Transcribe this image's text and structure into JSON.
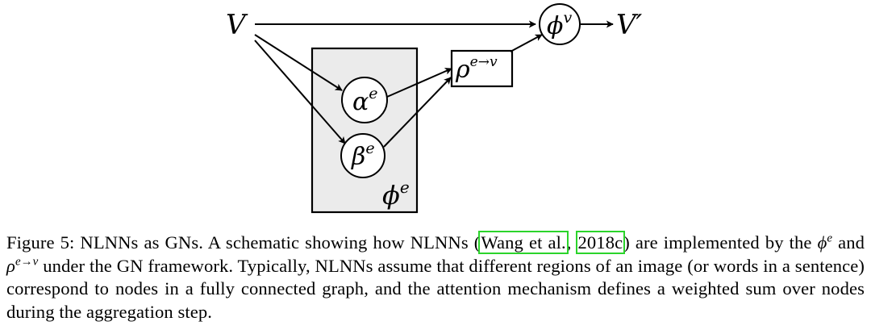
{
  "diagram": {
    "input_symbol": "V",
    "output_symbol": "V′",
    "phi_v_base": "ϕ",
    "phi_v_sup": "v",
    "alpha_base": "α",
    "alpha_sup": "e",
    "beta_base": "β",
    "beta_sup": "e",
    "rho_base": "ρ",
    "rho_sup": "e→v",
    "phi_e_base": "ϕ",
    "phi_e_sup": "e",
    "box_fill": "#ebebeb",
    "stroke_color": "#000000"
  },
  "caption": {
    "label": "Figure 5:",
    "part1": " NLNNs as GNs. A schematic showing how NLNNs (",
    "cite1": "Wang et al.",
    "sep": ", ",
    "cite2": "2018c",
    "part2": ") are implemented by the ",
    "phi": "ϕ",
    "phi_sup": "e",
    "and": " and ",
    "rho": "ρ",
    "rho_sup": "e→v",
    "part3": " under the GN framework. Typically, NLNNs assume that different regions of an image (or words in a sentence) correspond to nodes in a fully connected graph, and the attention mechanism defines a weighted sum over nodes during the aggregation step.",
    "cite_border_color": "#2bd42b"
  }
}
